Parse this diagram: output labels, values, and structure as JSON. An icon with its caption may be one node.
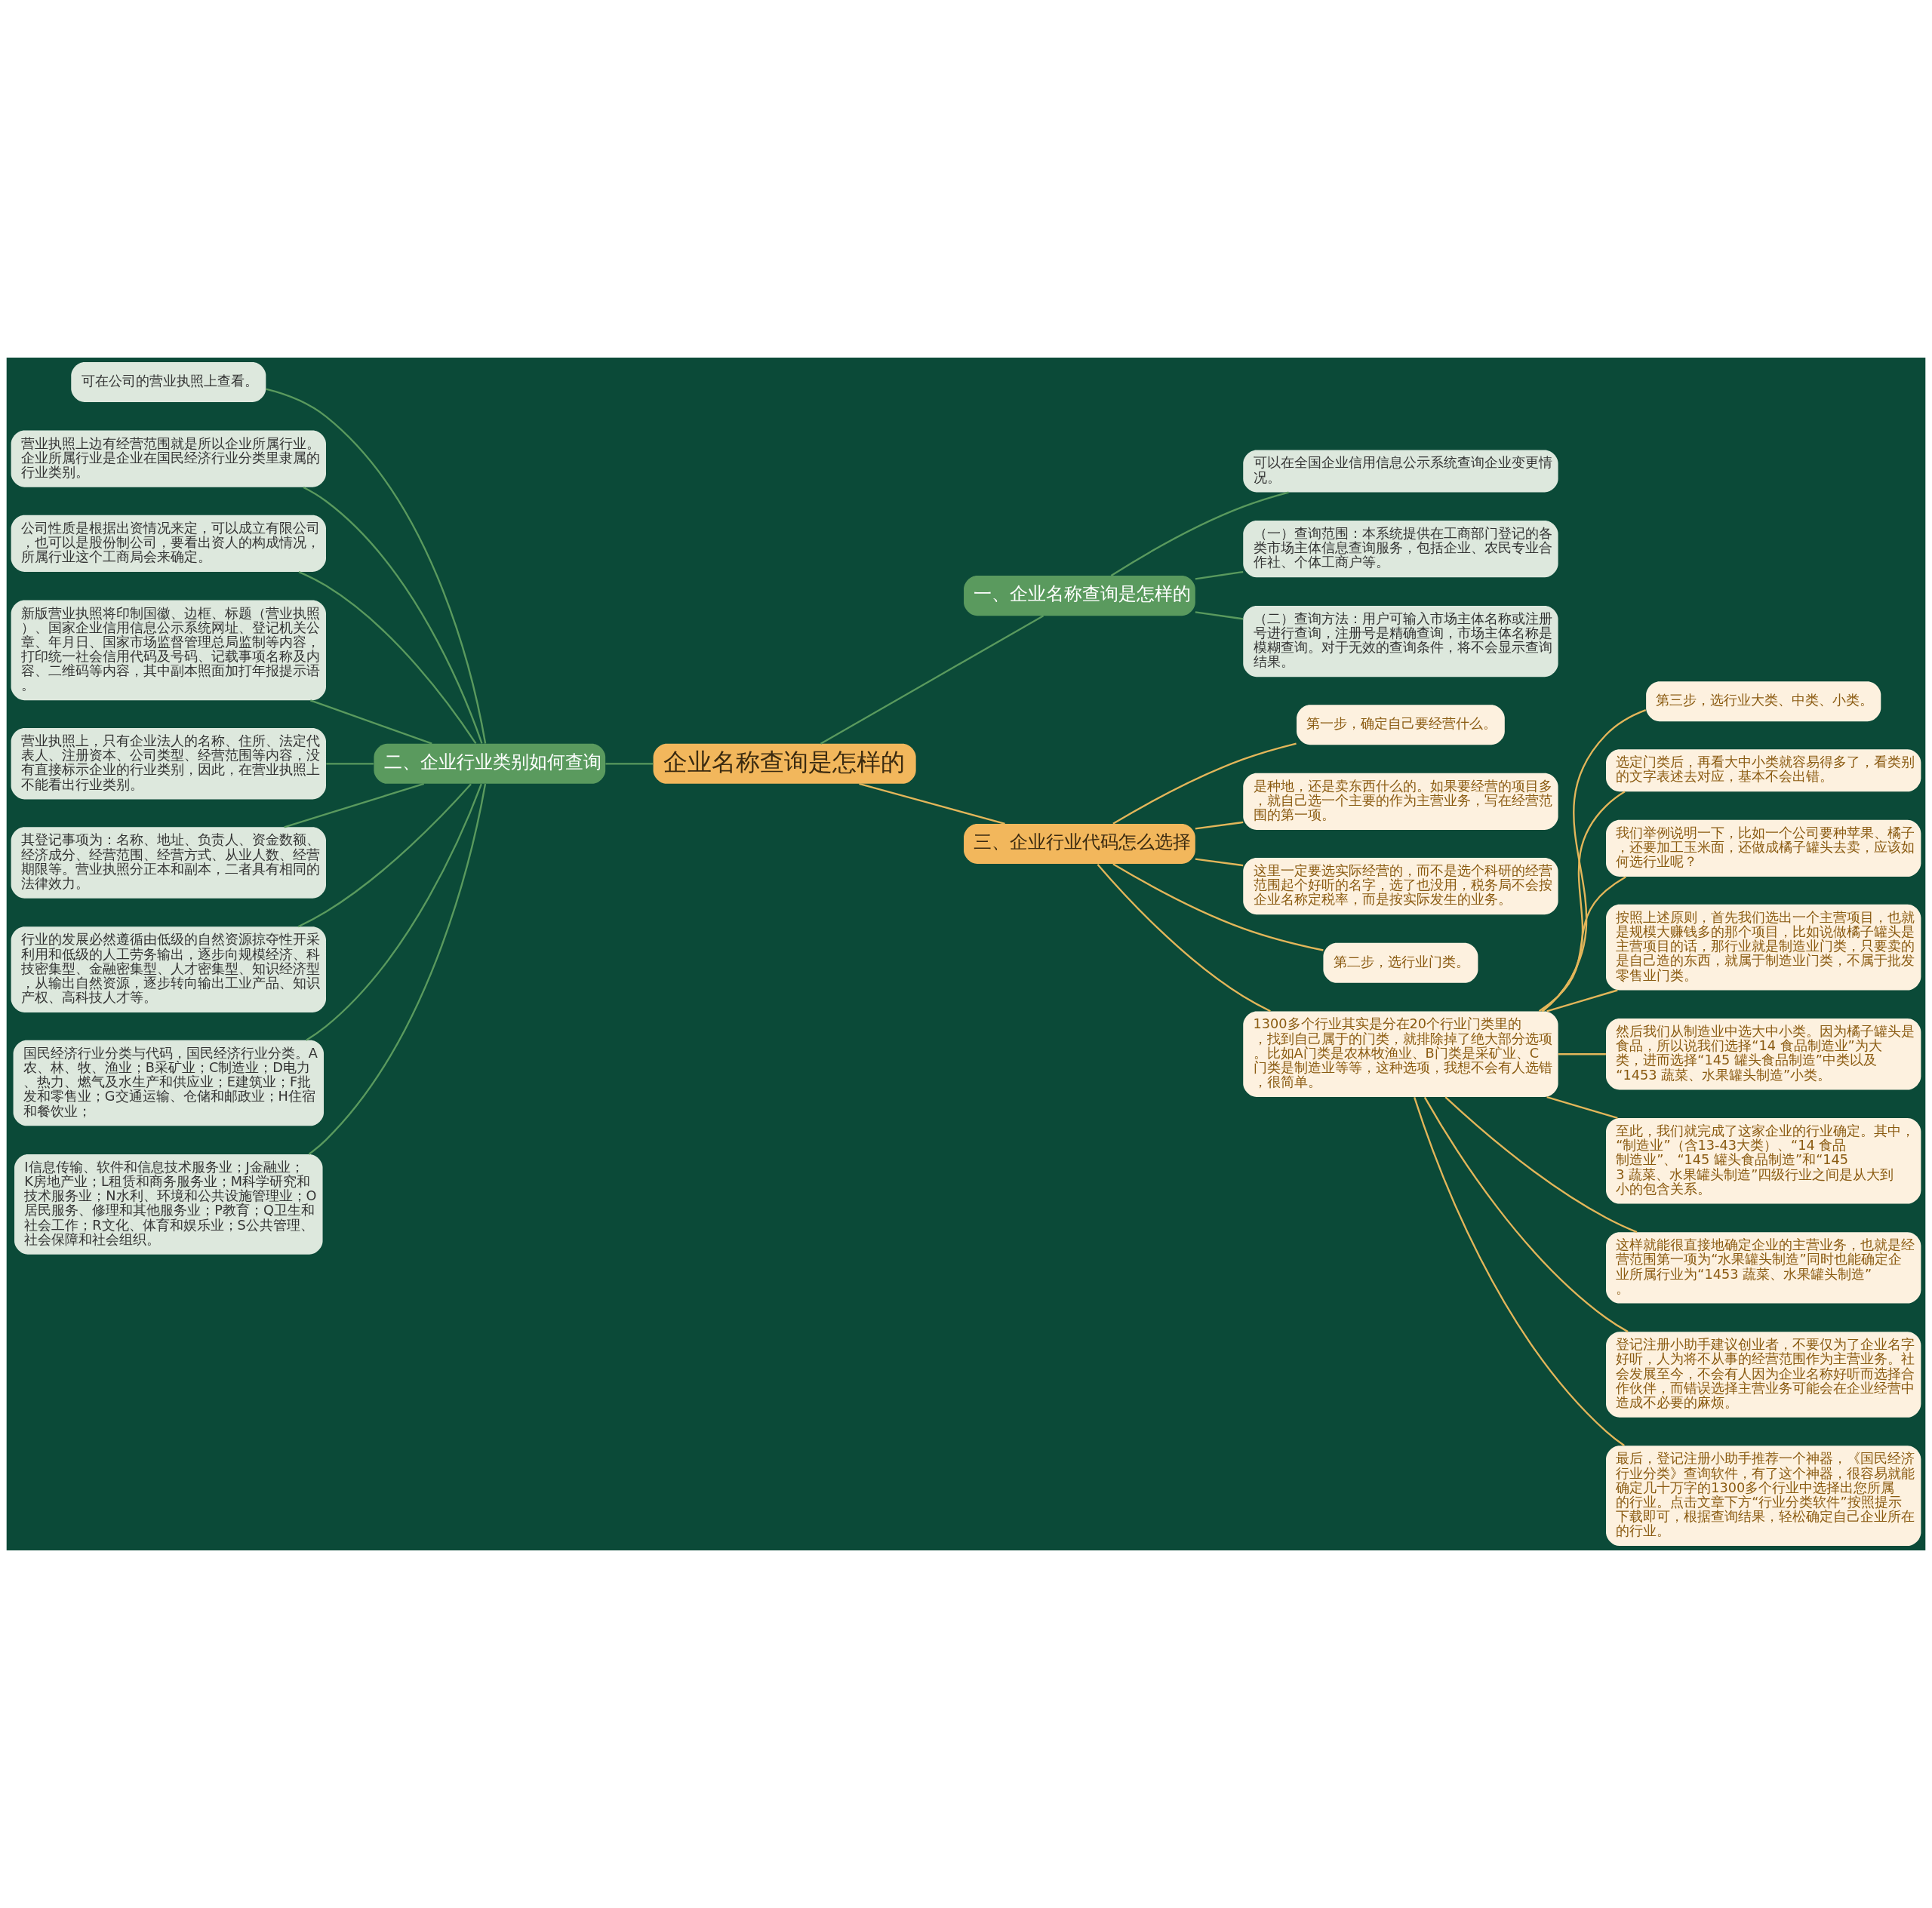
{
  "diagram": {
    "nodes": [
      {
        "text": [
          "企业名称查询是怎样的"
        ]
      },
      {
        "text": [
          "一、企业名称查询是怎样的"
        ]
      },
      {
        "text": [
          "可以在全国企业信用信息公示系统查询企业变更情况。"
        ]
      },
      {
        "text": [
          "（一）查询范围：本系统提供在工商部门登记的各类市场主体信息查询服务，包括企业、农民专业合作社、个体工商户等。"
        ]
      },
      {
        "text": [
          "（二）查询方法：用户可输入市场主体名称或注册号进行查询，注册号是精确查询，市场主体名称是模糊查询。对于无效的查询条件，将不会显示查询结果。"
        ]
      },
      {
        "text": [
          "三、企业行业代码怎么选择"
        ]
      },
      {
        "text": [
          "第一步，确定自己要经营什么。"
        ]
      },
      {
        "text": [
          "是种地，还是卖东西什么的。如果要经营的项目多，就自己选一个主要的作为主营业务，写在经营范围的第一项。"
        ]
      },
      {
        "text": [
          "这里一定要选实际经营的，而不是选个科研的经营范围起个好听的名字，选了也没用，税务局不会按企业名称定税率，而是按实际发生的业务。"
        ]
      },
      {
        "text": [
          "第二步，选行业门类。"
        ]
      },
      {
        "text": [
          "1300多个行业其实是分在20个行业门类里的，找到自己属于的门类，就排除掉了绝大部分选项。比如A门类是农林牧渔业、B门类是采矿业、C门类是制造业等等，这种选项，我想不会有人选错，很简单。"
        ]
      },
      {
        "text": [
          "第三步，选行业大类、中类、小类。"
        ]
      },
      {
        "text": [
          "选定门类后，再看大中小类就容易得多了，看类别的文字表述去对应，基本不会出错。"
        ]
      },
      {
        "text": [
          "我们举例说明一下，比如一个公司要种苹果、橘子，还要加工玉米面，还做成橘子罐头去卖，应该如何选行业呢？"
        ]
      },
      {
        "text": [
          "按照上述原则，首先我们选出一个主营项目，也就是规模大赚钱多的那个项目，比如说做橘子罐头是主营项目的话，那行业就是制造业门类，只要卖的是自己造的东西，就属于制造业门类，不属于批发零售业门类。"
        ]
      },
      {
        "text": [
          "然后我们从制造业中选大中小类。因为橘子罐头是食品，所以说我们选择“14 食品制造业”为大类，进而选择“145 罐头食品制造”中类以及“1453 蔬菜、水果罐头制造”小类。"
        ]
      },
      {
        "text": [
          "至此，我们就完成了这家企业的行业确定。其中，“制造业”（含13-43大类）、“14 食品制造业”、“145 罐头食品制造”和“1453 蔬菜、水果罐头制造”四级行业之间是从大到小的包含关系。"
        ]
      },
      {
        "text": [
          "这样就能很直接地确定企业的主营业务，也就是经营范围第一项为“水果罐头制造”同时也能确定企业所属行业为“1453 蔬菜、水果罐头制造”。"
        ]
      },
      {
        "text": [
          "登记注册小助手建议创业者，不要仅为了企业名字好听，人为将不从事的经营范围作为主营业务。社会发展至今，不会有人因为企业名称好听而选择合作伙伴，而错误选择主营业务可能会在企业经营中造成不必要的麻烦。"
        ]
      },
      {
        "text": [
          "最后，登记注册小助手推荐一个神器，《国民经济行业分类》查询软件，有了这个神器，很容易就能确定几十万字的1300多个行业中选择出您所属的行业。点击文章下方“行业分类软件”按照提示下载即可，根据查询结果，轻松确定自己企业所在的行业。"
        ]
      },
      {
        "text": [
          "二、企业行业类别如何查询"
        ]
      },
      {
        "text": [
          "可在公司的营业执照上查看。"
        ]
      },
      {
        "text": [
          "营业执照上边有经营范围就是所以企业所属行业。企业所属行业是企业在国民经济行业分类里隶属的行业类别。"
        ]
      },
      {
        "text": [
          "公司性质是根据出资情况来定，可以成立有限公司，也可以是股份制公司，要看出资人的构成情况，所属行业这个工商局会来确定。"
        ]
      },
      {
        "text": [
          "新版营业执照将印制国徽、边框、标题（营业执照）、国家企业信用信息公示系统网址、登记机关公章、年月日、国家市场监督管理总局监制等内容，打印统一社会信用代码及号码、记载事项名称及内容、二维码等内容，其中副本照面加打年报提示语。"
        ]
      },
      {
        "text": [
          "营业执照上，只有企业法人的名称、住所、法定代表人、注册资本、公司类型、经营范围等内容，没有直接标示企业的行业类别，因此，在营业执照上不能看出行业类别。"
        ]
      },
      {
        "text": [
          "其登记事项为：名称、地址、负责人、资金数额、经济成分、经营范围、经营方式、从业人数、经营期限等。营业执照分正本和副本，二者具有相同的法律效力。"
        ]
      },
      {
        "text": [
          "行业的发展必然遵循由低级的自然资源掠夺性开采利用和低级的人工劳务输出，逐步向规模经济、科技密集型、金融密集型、人才密集型、知识经济型，从输出自然资源，逐步转向输出工业产品、知识产权、高科技人才等。"
        ]
      },
      {
        "text": [
          "国民经济行业分类与代码，国民经济行业分类。A农、林、牧、渔业；B采矿业；C制造业；D电力、热力、燃气及水生产和供应业；E建筑业；F批发和零售业；G交通运输、仓储和邮政业；H住宿和餐饮业；"
        ]
      },
      {
        "text": [
          "I信息传输、软件和信息技术服务业；J金融业；K房地产业；L租赁和商务服务业；M科学研究和技术服务业；N水利、环境和公共设施管理业；O居民服务、修理和其他服务业；P教育；Q卫生和社会工作；R文化、体育和娱乐业；S公共管理、社会保障和社会组织。"
        ]
      }
    ],
    "edges": [
      {
        "from": 0,
        "to": 1,
        "arrow": "none",
        "color": "#5a9a5e"
      },
      {
        "from": 1,
        "to": 2,
        "arrow": "none",
        "color": "#5a9a5e"
      },
      {
        "from": 1,
        "to": 3,
        "arrow": "none",
        "color": "#5a9a5e"
      },
      {
        "from": 1,
        "to": 4,
        "arrow": "none",
        "color": "#5a9a5e"
      },
      {
        "from": 0,
        "to": 5,
        "arrow": "none"
      },
      {
        "from": 5,
        "to": 6,
        "arrow": "none"
      },
      {
        "from": 5,
        "to": 7,
        "arrow": "none"
      },
      {
        "from": 5,
        "to": 8,
        "arrow": "none"
      },
      {
        "from": 5,
        "to": 9,
        "arrow": "none"
      },
      {
        "from": 5,
        "to": 10,
        "arrow": "none"
      },
      {
        "from": 10,
        "to": 11,
        "arrow": "none"
      },
      {
        "from": 10,
        "to": 12,
        "arrow": "none"
      },
      {
        "from": 10,
        "to": 13,
        "arrow": "none"
      },
      {
        "from": 10,
        "to": 14,
        "arrow": "none"
      },
      {
        "from": 10,
        "to": 15,
        "arrow": "none"
      },
      {
        "from": 10,
        "to": 16,
        "arrow": "none"
      },
      {
        "from": 10,
        "to": 17,
        "arrow": "none"
      },
      {
        "from": 10,
        "to": 18,
        "arrow": "none"
      },
      {
        "from": 10,
        "to": 19,
        "arrow": "none"
      },
      {
        "from": 20,
        "to": 0,
        "arrow": "none",
        "color": "#5a9a5e"
      },
      {
        "from": 21,
        "to": 20,
        "arrow": "none",
        "color": "#5a9a5e"
      },
      {
        "from": 22,
        "to": 20,
        "arrow": "none",
        "color": "#5a9a5e"
      },
      {
        "from": 23,
        "to": 20,
        "arrow": "none",
        "color": "#5a9a5e"
      },
      {
        "from": 24,
        "to": 20,
        "arrow": "none",
        "color": "#5a9a5e"
      },
      {
        "from": 25,
        "to": 20,
        "arrow": "none",
        "color": "#5a9a5e"
      },
      {
        "from": 26,
        "to": 20,
        "arrow": "none",
        "color": "#5a9a5e"
      },
      {
        "from": 27,
        "to": 20,
        "arrow": "none",
        "color": "#5a9a5e"
      },
      {
        "from": 28,
        "to": 20,
        "arrow": "none",
        "color": "#5a9a5e"
      },
      {
        "from": 29,
        "to": 20,
        "arrow": "none",
        "color": "#5a9a5e"
      }
    ]
  }
}
